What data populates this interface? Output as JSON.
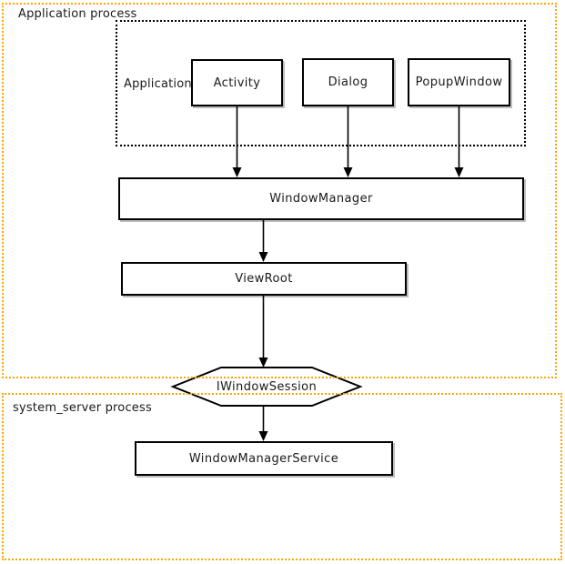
{
  "diagram": {
    "type": "flow-diagram",
    "labels": {
      "application_process": "Application process",
      "system_server_process": "system_server process",
      "application_group": "Application",
      "activity": "Activity",
      "dialog": "Dialog",
      "popup_window": "PopupWindow",
      "window_manager": "WindowManager",
      "view_root": "ViewRoot",
      "iwindow_session": "IWindowSession",
      "window_manager_service": "WindowManagerService"
    },
    "colors": {
      "process_border": "#FFA500",
      "node_border": "#000000",
      "node_fill": "#ffffff",
      "node_shadow": "#bdbdbd",
      "arrow": "#000000",
      "text": "#1a1a1a",
      "background": "#ffffff"
    },
    "groups": [
      {
        "name": "Application process",
        "style": "orange-dotted",
        "contains": [
          "Application",
          "WindowManager",
          "ViewRoot"
        ]
      },
      {
        "name": "Application",
        "style": "black-dotted",
        "contains": [
          "Activity",
          "Dialog",
          "PopupWindow"
        ]
      },
      {
        "name": "system_server process",
        "style": "orange-dotted",
        "contains": [
          "WindowManagerService"
        ]
      }
    ],
    "nodes": [
      {
        "id": "activity",
        "label": "Activity",
        "shape": "rect"
      },
      {
        "id": "dialog",
        "label": "Dialog",
        "shape": "rect"
      },
      {
        "id": "popup_window",
        "label": "PopupWindow",
        "shape": "rect"
      },
      {
        "id": "window_manager",
        "label": "WindowManager",
        "shape": "rect"
      },
      {
        "id": "view_root",
        "label": "ViewRoot",
        "shape": "rect"
      },
      {
        "id": "iwindow_session",
        "label": "IWindowSession",
        "shape": "hexagon"
      },
      {
        "id": "window_manager_service",
        "label": "WindowManagerService",
        "shape": "rect"
      }
    ],
    "edges": [
      {
        "from": "Activity",
        "to": "WindowManager"
      },
      {
        "from": "Dialog",
        "to": "WindowManager"
      },
      {
        "from": "PopupWindow",
        "to": "WindowManager"
      },
      {
        "from": "WindowManager",
        "to": "ViewRoot"
      },
      {
        "from": "ViewRoot",
        "to": "IWindowSession"
      },
      {
        "from": "IWindowSession",
        "to": "WindowManagerService"
      }
    ]
  }
}
